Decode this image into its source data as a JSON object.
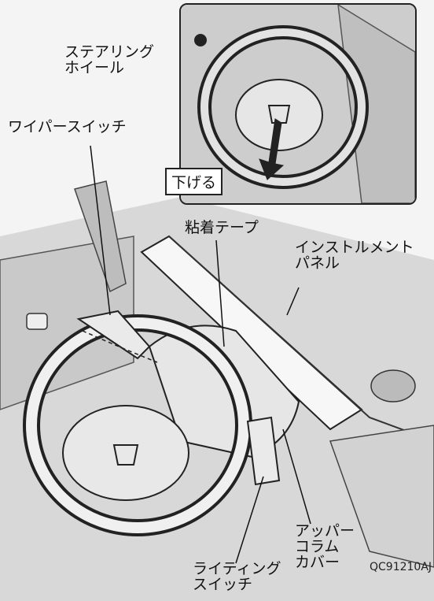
{
  "labels": {
    "steering_wheel": [
      "ステアリング",
      "ホイール"
    ],
    "wiper_switch": "ワイパースイッチ",
    "lower": "下げる",
    "adhesive_tape": "粘着テープ",
    "instrument_panel": [
      "インストルメント",
      "パネル"
    ],
    "upper_column_cover": [
      "アッパー",
      "コラム",
      "カバー"
    ],
    "lighting_switch": [
      "ライティング",
      "スイッチ"
    ]
  },
  "figure_code": "QC91210AJ"
}
